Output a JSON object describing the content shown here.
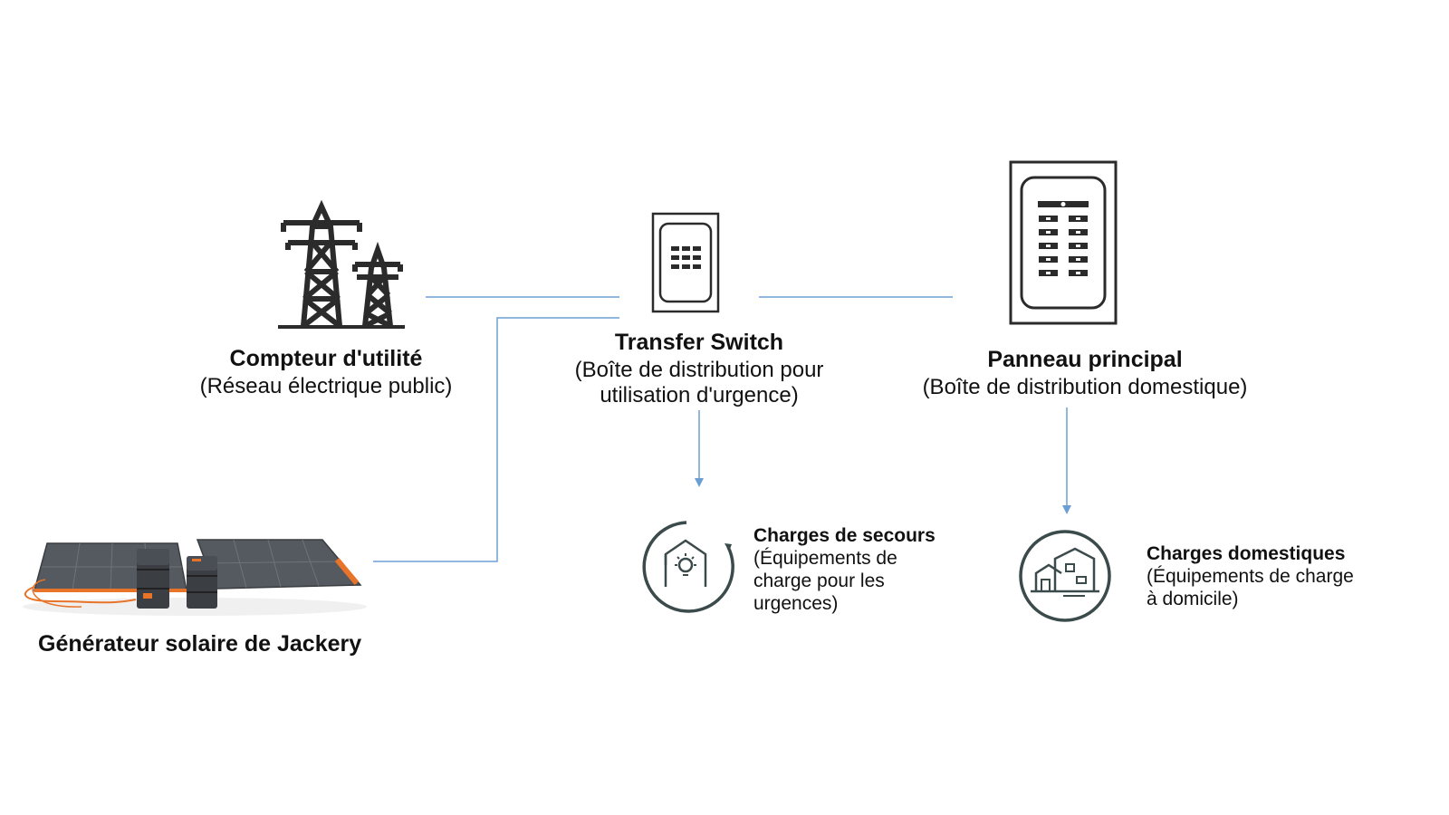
{
  "nodes": {
    "utility": {
      "title": "Compteur d'utilité",
      "subtitle": "(Réseau électrique public)",
      "icon": "power-tower-icon"
    },
    "transfer": {
      "title": "Transfer Switch",
      "subtitle_line1": "(Boîte de distribution pour",
      "subtitle_line2": "utilisation d'urgence)",
      "icon": "transfer-switch-box-icon"
    },
    "panel": {
      "title": "Panneau principal",
      "subtitle": "(Boîte de distribution domestique)",
      "icon": "main-panel-icon"
    },
    "generator": {
      "title": "Générateur solaire de Jackery",
      "icon": "solar-generator-image"
    },
    "backup": {
      "title": "Charges de secours",
      "line1": "(Équipements de",
      "line2": "charge pour les",
      "line3": "urgences)",
      "icon": "emergency-home-icon"
    },
    "domestic": {
      "title": "Charges domestiques",
      "line1": "(Équipements de charge",
      "line2": "à domicile)",
      "icon": "houses-icon"
    }
  },
  "colors": {
    "connector": "#6b9fd4",
    "icon": "#2b2b2b",
    "circle": "#3b4a4a",
    "accent": "#e8742a"
  }
}
